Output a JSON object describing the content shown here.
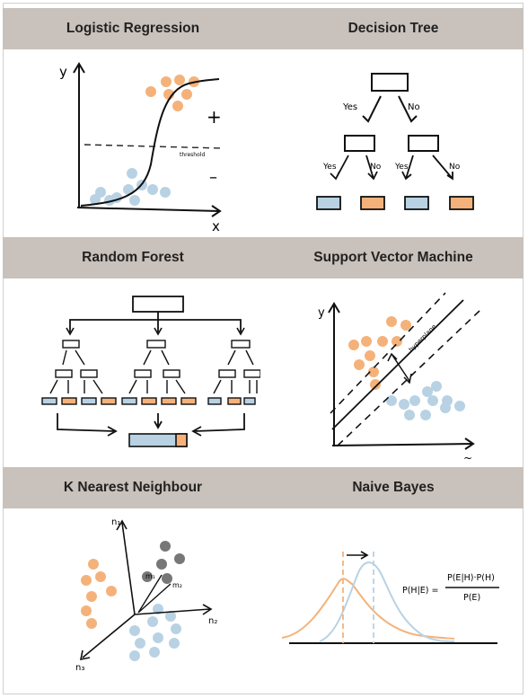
{
  "sections": [
    {
      "left": "Logistic Regression",
      "right": "Decision Tree"
    },
    {
      "left": "Random Forest",
      "right": "Support Vector Machine"
    },
    {
      "left": "K Nearest Neighbour",
      "right": "Naive Bayes"
    }
  ],
  "logistic": {
    "y_label": "y",
    "x_label": "x",
    "plus": "+",
    "minus": "–",
    "threshold": "threshold"
  },
  "tree": {
    "yes": "Yes",
    "no": "No"
  },
  "svm": {
    "y_label": "y",
    "x_label": "~",
    "hyperplane": "hyperplane"
  },
  "knn": {
    "axis1": "n₁",
    "axis2": "n₂",
    "axis3": "n₃",
    "m1": "m₁",
    "m2": "m₂"
  },
  "bayes": {
    "lhs": "P(H|E) =",
    "numerator": "P(E|H)·P(H)",
    "denominator": "P(E)"
  },
  "colors": {
    "orange": "#f4b27a",
    "blue": "#b8d2e4",
    "grey": "#777777",
    "band": "#c9c1bb"
  }
}
